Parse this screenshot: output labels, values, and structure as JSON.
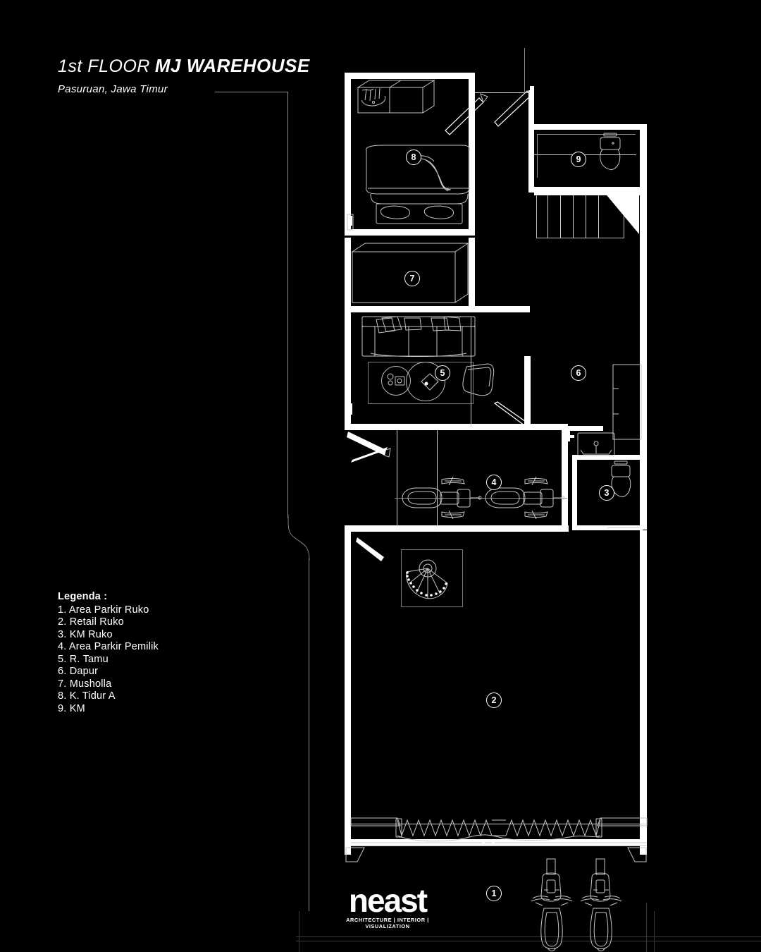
{
  "title": {
    "prefix": "1st FLOOR",
    "main": "MJ WAREHOUSE",
    "subtitle": "Pasuruan, Jawa Timur"
  },
  "legend": {
    "heading": "Legenda :",
    "items": [
      {
        "no": "1",
        "label": "1. Area Parkir Ruko"
      },
      {
        "no": "2",
        "label": "2. Retail Ruko"
      },
      {
        "no": "3",
        "label": "3. KM Ruko"
      },
      {
        "no": "4",
        "label": "4. Area Parkir Pemilik"
      },
      {
        "no": "5",
        "label": "5. R. Tamu"
      },
      {
        "no": "6",
        "label": "6. Dapur"
      },
      {
        "no": "7",
        "label": "7. Musholla"
      },
      {
        "no": "8",
        "label": "8. K. Tidur A"
      },
      {
        "no": "9",
        "label": "9. KM"
      }
    ]
  },
  "plan": {
    "markers": [
      {
        "id": "1",
        "room": "Area Parkir Ruko"
      },
      {
        "id": "2",
        "room": "Retail Ruko"
      },
      {
        "id": "3",
        "room": "KM Ruko"
      },
      {
        "id": "4",
        "room": "Area Parkir Pemilik"
      },
      {
        "id": "5",
        "room": "R. Tamu"
      },
      {
        "id": "6",
        "room": "Dapur"
      },
      {
        "id": "7",
        "room": "Musholla"
      },
      {
        "id": "8",
        "room": "K. Tidur A"
      },
      {
        "id": "9",
        "room": "KM"
      }
    ]
  },
  "logo": {
    "word": "neast",
    "tagline": "ARCHITECTURE | INTERIOR | VISUALIZATION"
  },
  "colors": {
    "background": "#000000",
    "wall": "#ffffff",
    "line": "#c6c6c6",
    "text": "#ffffff"
  }
}
